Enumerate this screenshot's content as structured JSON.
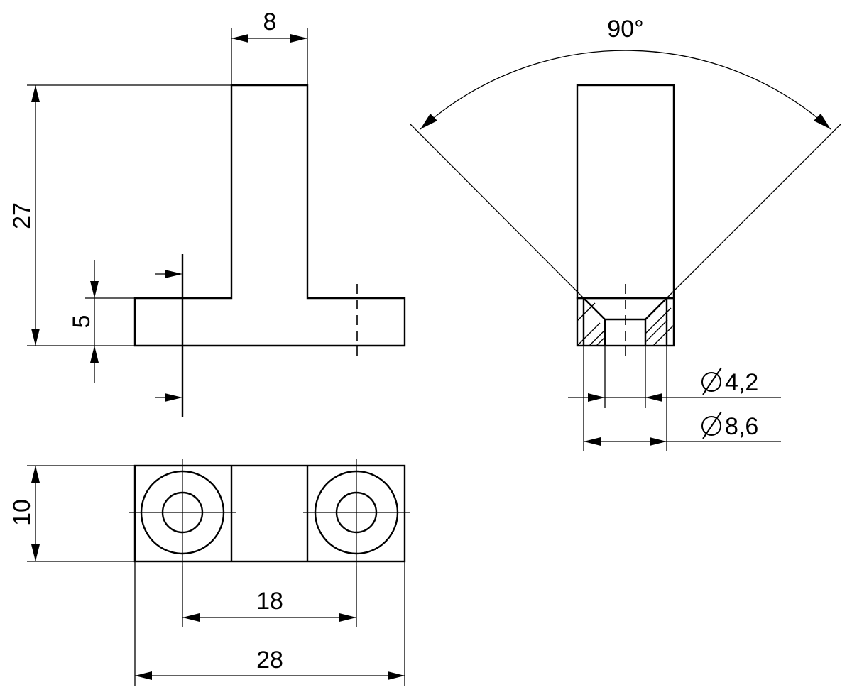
{
  "dimensions": {
    "top_width": "8",
    "total_height": "27",
    "base_thickness": "5",
    "plan_depth": "10",
    "hole_spacing": "18",
    "overall_length": "28",
    "countersink_angle": "90°",
    "hole_diameter": "4,2",
    "countersink_diameter": "8,6"
  },
  "symbols": {
    "diameter": "diameter-symbol"
  }
}
